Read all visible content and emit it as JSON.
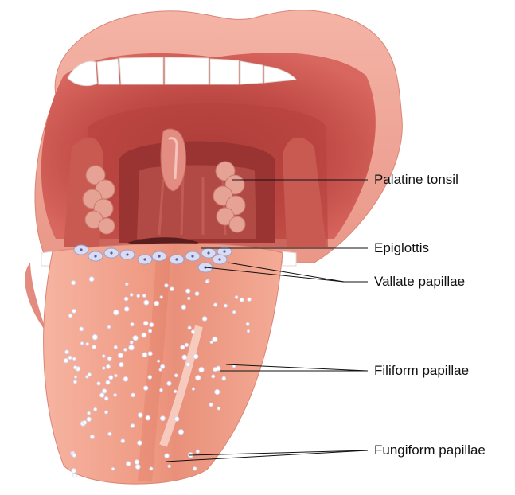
{
  "diagram": {
    "labels": [
      {
        "id": "palatine_tonsil",
        "text": "Palatine tonsil"
      },
      {
        "id": "epiglottis",
        "text": "Epiglottis"
      },
      {
        "id": "vallate_papillae",
        "text": "Vallate papillae"
      },
      {
        "id": "filiform_papillae",
        "text": "Filiform papillae"
      },
      {
        "id": "fungiform_papillae",
        "text": "Fungiform papillae"
      }
    ]
  },
  "colors": {
    "lips": "#f0a89a",
    "lips_dark": "#e08f80",
    "mouth_cavity": "#c8504a",
    "throat": "#a83c3a",
    "teeth": "#ffffff",
    "tongue": "#f3a48e",
    "tongue_midline": "#e27f68",
    "tonsil": "#e9a79a",
    "papillae": "#d9dcf2",
    "leader_lines": "#111111"
  }
}
